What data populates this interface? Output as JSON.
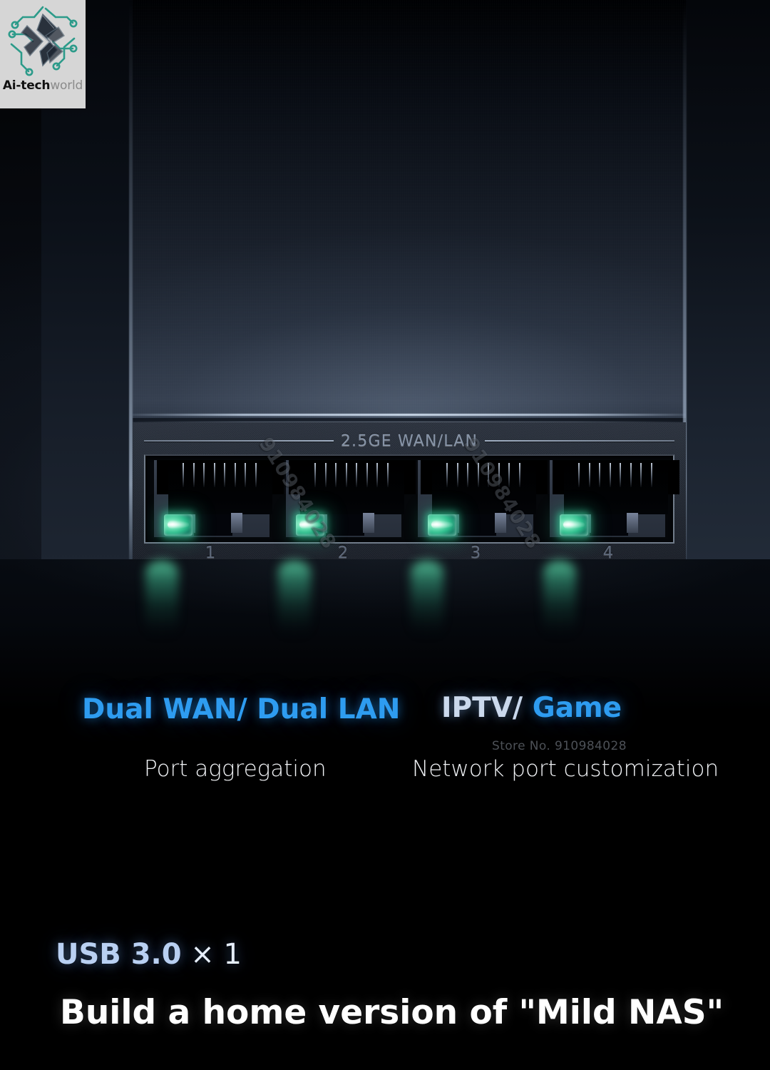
{
  "logo": {
    "name_bold": "Ai-tech",
    "name_light": "world",
    "mark": "circuit-pinwheel-icon",
    "badge_bg": "#d6d6d6",
    "mark_color": "#2c9b8a"
  },
  "product": {
    "port_panel": {
      "label": "2.5GE WAN/LAN",
      "ports": [
        {
          "number": "1",
          "led": "on",
          "led_color": "#3fd6a0"
        },
        {
          "number": "2",
          "led": "on",
          "led_color": "#3fd6a0"
        },
        {
          "number": "3",
          "led": "on",
          "led_color": "#3fd6a0"
        },
        {
          "number": "4",
          "led": "on",
          "led_color": "#3fd6a0"
        }
      ],
      "pin_count": 8
    }
  },
  "features": [
    {
      "headline_plain": "Dual WAN/ Dual LAN",
      "headline_dim": "",
      "headline_hi": "",
      "subtitle": "Port aggregation",
      "accent": "#2e9cf0"
    },
    {
      "headline_plain": "",
      "headline_dim": "IPTV/",
      "headline_hi": " Game",
      "subtitle": "Network port customization",
      "accent": "#2e9cf0"
    }
  ],
  "usb": {
    "spec": "USB 3.0",
    "quantity": " × 1",
    "color": "#b9d0f2"
  },
  "headline": "Build a home version of \"Mild NAS\"",
  "watermarks": {
    "store_line": "Store No. 910984028",
    "diagonal_1": "910984028",
    "diagonal_2": "910984028"
  }
}
